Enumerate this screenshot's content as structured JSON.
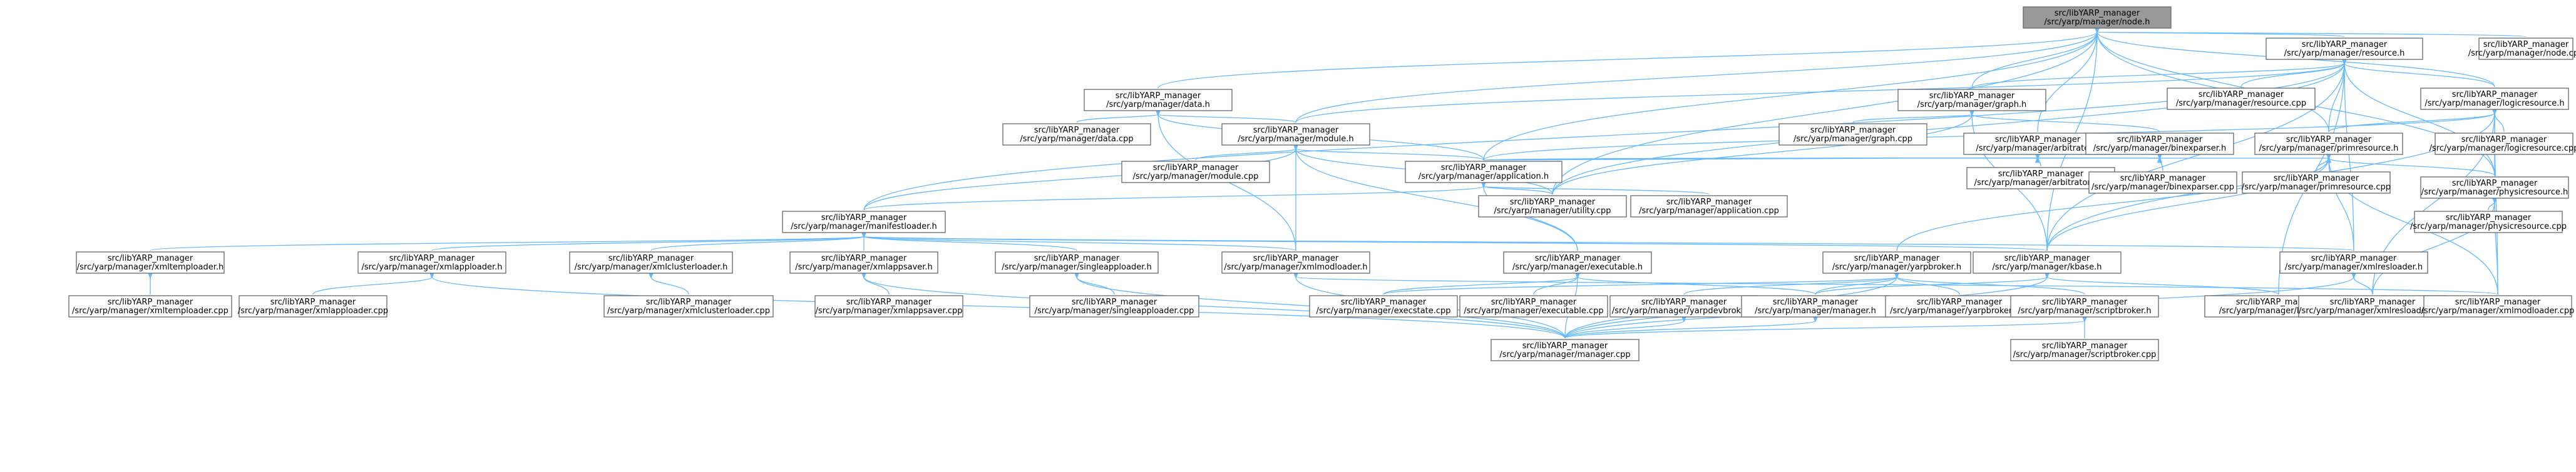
{
  "colors": {
    "edge": "#63B8FF",
    "node_border": "#666666",
    "root_fill": "#999999",
    "node_fill": "#ffffff"
  },
  "nodes": [
    {
      "id": "node_h",
      "l1": "src/libYARP_manager",
      "l2": "/src/yarp/manager/node.h",
      "root": true
    },
    {
      "id": "resource_h",
      "l1": "src/libYARP_manager",
      "l2": "/src/yarp/manager/resource.h"
    },
    {
      "id": "node_cpp",
      "l1": "src/libYARP_manager",
      "l2": "/src/yarp/manager/node.cpp"
    },
    {
      "id": "data_h",
      "l1": "src/libYARP_manager",
      "l2": "/src/yarp/manager/data.h"
    },
    {
      "id": "graph_h",
      "l1": "src/libYARP_manager",
      "l2": "/src/yarp/manager/graph.h"
    },
    {
      "id": "resource_cpp",
      "l1": "src/libYARP_manager",
      "l2": "/src/yarp/manager/resource.cpp"
    },
    {
      "id": "logicresource_h",
      "l1": "src/libYARP_manager",
      "l2": "/src/yarp/manager/logicresource.h"
    },
    {
      "id": "data_cpp",
      "l1": "src/libYARP_manager",
      "l2": "/src/yarp/manager/data.cpp"
    },
    {
      "id": "module_h",
      "l1": "src/libYARP_manager",
      "l2": "/src/yarp/manager/module.h"
    },
    {
      "id": "graph_cpp",
      "l1": "src/libYARP_manager",
      "l2": "/src/yarp/manager/graph.cpp"
    },
    {
      "id": "arbitrator_h",
      "l1": "src/libYARP_manager",
      "l2": "/src/yarp/manager/arbitrator.h"
    },
    {
      "id": "binexparser_h",
      "l1": "src/libYARP_manager",
      "l2": "/src/yarp/manager/binexparser.h"
    },
    {
      "id": "primresource_h",
      "l1": "src/libYARP_manager",
      "l2": "/src/yarp/manager/primresource.h"
    },
    {
      "id": "logicresource_cpp",
      "l1": "src/libYARP_manager",
      "l2": "/src/yarp/manager/logicresource.cpp"
    },
    {
      "id": "module_cpp",
      "l1": "src/libYARP_manager",
      "l2": "/src/yarp/manager/module.cpp"
    },
    {
      "id": "application_h",
      "l1": "src/libYARP_manager",
      "l2": "/src/yarp/manager/application.h"
    },
    {
      "id": "arbitrator_cpp",
      "l1": "src/libYARP_manager",
      "l2": "/src/yarp/manager/arbitrator.cpp"
    },
    {
      "id": "binexparser_cpp",
      "l1": "src/libYARP_manager",
      "l2": "/src/yarp/manager/binexparser.cpp"
    },
    {
      "id": "primresource_cpp",
      "l1": "src/libYARP_manager",
      "l2": "/src/yarp/manager/primresource.cpp"
    },
    {
      "id": "physicresource_h",
      "l1": "src/libYARP_manager",
      "l2": "/src/yarp/manager/physicresource.h"
    },
    {
      "id": "utility_cpp",
      "l1": "src/libYARP_manager",
      "l2": "/src/yarp/manager/utility.cpp"
    },
    {
      "id": "application_cpp",
      "l1": "src/libYARP_manager",
      "l2": "/src/yarp/manager/application.cpp"
    },
    {
      "id": "physicresource_cpp",
      "l1": "src/libYARP_manager",
      "l2": "/src/yarp/manager/physicresource.cpp"
    },
    {
      "id": "manifestloader_h",
      "l1": "src/libYARP_manager",
      "l2": "/src/yarp/manager/manifestloader.h"
    },
    {
      "id": "xmltemploader_h",
      "l1": "src/libYARP_manager",
      "l2": "/src/yarp/manager/xmltemploader.h"
    },
    {
      "id": "xmlapploader_h",
      "l1": "src/libYARP_manager",
      "l2": "/src/yarp/manager/xmlapploader.h"
    },
    {
      "id": "xmlclusterloader_h",
      "l1": "src/libYARP_manager",
      "l2": "/src/yarp/manager/xmlclusterloader.h"
    },
    {
      "id": "xmlappsaver_h",
      "l1": "src/libYARP_manager",
      "l2": "/src/yarp/manager/xmlappsaver.h"
    },
    {
      "id": "singleapploader_h",
      "l1": "src/libYARP_manager",
      "l2": "/src/yarp/manager/singleapploader.h"
    },
    {
      "id": "xmlmodloader_h",
      "l1": "src/libYARP_manager",
      "l2": "/src/yarp/manager/xmlmodloader.h"
    },
    {
      "id": "executable_h",
      "l1": "src/libYARP_manager",
      "l2": "/src/yarp/manager/executable.h"
    },
    {
      "id": "yarpbroker_h",
      "l1": "src/libYARP_manager",
      "l2": "/src/yarp/manager/yarpbroker.h"
    },
    {
      "id": "kbase_h",
      "l1": "src/libYARP_manager",
      "l2": "/src/yarp/manager/kbase.h"
    },
    {
      "id": "xmlresloader_h",
      "l1": "src/libYARP_manager",
      "l2": "/src/yarp/manager/xmlresloader.h"
    },
    {
      "id": "xmltemploader_cpp",
      "l1": "src/libYARP_manager",
      "l2": "/src/yarp/manager/xmltemploader.cpp"
    },
    {
      "id": "xmlapploader_cpp",
      "l1": "src/libYARP_manager",
      "l2": "/src/yarp/manager/xmlapploader.cpp"
    },
    {
      "id": "xmlclusterloader_cpp",
      "l1": "src/libYARP_manager",
      "l2": "/src/yarp/manager/xmlclusterloader.cpp"
    },
    {
      "id": "xmlappsaver_cpp",
      "l1": "src/libYARP_manager",
      "l2": "/src/yarp/manager/xmlappsaver.cpp"
    },
    {
      "id": "singleapploader_cpp",
      "l1": "src/libYARP_manager",
      "l2": "/src/yarp/manager/singleapploader.cpp"
    },
    {
      "id": "execstate_cpp",
      "l1": "src/libYARP_manager",
      "l2": "/src/yarp/manager/execstate.cpp"
    },
    {
      "id": "executable_cpp",
      "l1": "src/libYARP_manager",
      "l2": "/src/yarp/manager/executable.cpp"
    },
    {
      "id": "yarpdevbroker_h",
      "l1": "src/libYARP_manager",
      "l2": "/src/yarp/manager/yarpdevbroker.h"
    },
    {
      "id": "manager_h",
      "l1": "src/libYARP_manager",
      "l2": "/src/yarp/manager/manager.h"
    },
    {
      "id": "yarpbroker_cpp",
      "l1": "src/libYARP_manager",
      "l2": "/src/yarp/manager/yarpbroker.cpp"
    },
    {
      "id": "scriptbroker_h",
      "l1": "src/libYARP_manager",
      "l2": "/src/yarp/manager/scriptbroker.h"
    },
    {
      "id": "kbase_cpp",
      "l1": "src/libYARP_manager",
      "l2": "/src/yarp/manager/kbase.cpp"
    },
    {
      "id": "xmlresloader_cpp",
      "l1": "src/libYARP_manager",
      "l2": "/src/yarp/manager/xmlresloader.cpp"
    },
    {
      "id": "xmlmodloader_cpp",
      "l1": "src/libYARP_manager",
      "l2": "/src/yarp/manager/xmlmodloader.cpp"
    },
    {
      "id": "manager_cpp",
      "l1": "src/libYARP_manager",
      "l2": "/src/yarp/manager/manager.cpp"
    },
    {
      "id": "scriptbroker_cpp",
      "l1": "src/libYARP_manager",
      "l2": "/src/yarp/manager/scriptbroker.cpp"
    }
  ],
  "edges": [
    [
      "node_h",
      "resource_h"
    ],
    [
      "node_h",
      "node_cpp"
    ],
    [
      "node_h",
      "data_h"
    ],
    [
      "node_h",
      "graph_h"
    ],
    [
      "node_h",
      "module_h"
    ],
    [
      "node_h",
      "arbitrator_h"
    ],
    [
      "node_h",
      "primresource_h"
    ],
    [
      "node_h",
      "logicresource_h"
    ],
    [
      "node_h",
      "physicresource_h"
    ],
    [
      "node_h",
      "application_h"
    ],
    [
      "node_h",
      "kbase_h"
    ],
    [
      "node_h",
      "utility_cpp"
    ],
    [
      "resource_h",
      "resource_cpp"
    ],
    [
      "resource_h",
      "logicresource_h"
    ],
    [
      "resource_h",
      "graph_h"
    ],
    [
      "resource_h",
      "primresource_h"
    ],
    [
      "resource_h",
      "physicresource_h"
    ],
    [
      "resource_h",
      "kbase_h"
    ],
    [
      "resource_h",
      "xmlresloader_h"
    ],
    [
      "resource_h",
      "manifestloader_h"
    ],
    [
      "resource_h",
      "module_h"
    ],
    [
      "resource_h",
      "kbase_cpp"
    ],
    [
      "resource_h",
      "utility_cpp"
    ],
    [
      "data_h",
      "data_cpp"
    ],
    [
      "data_h",
      "module_h"
    ],
    [
      "data_h",
      "application_h"
    ],
    [
      "data_h",
      "xmlmodloader_h"
    ],
    [
      "graph_h",
      "graph_cpp"
    ],
    [
      "graph_h",
      "binexparser_h"
    ],
    [
      "graph_h",
      "kbase_h"
    ],
    [
      "graph_h",
      "utility_cpp"
    ],
    [
      "logicresource_h",
      "logicresource_cpp"
    ],
    [
      "logicresource_h",
      "primresource_h"
    ],
    [
      "logicresource_h",
      "physicresource_h"
    ],
    [
      "logicresource_h",
      "application_h"
    ],
    [
      "logicresource_h",
      "kbase_h"
    ],
    [
      "logicresource_h",
      "xmlresloader_cpp"
    ],
    [
      "logicresource_h",
      "xmlmodloader_cpp"
    ],
    [
      "module_h",
      "module_cpp"
    ],
    [
      "module_h",
      "application_h"
    ],
    [
      "module_h",
      "manifestloader_h"
    ],
    [
      "module_h",
      "executable_h"
    ],
    [
      "module_h",
      "xmlmodloader_h"
    ],
    [
      "module_h",
      "utility_cpp"
    ],
    [
      "arbitrator_h",
      "arbitrator_cpp"
    ],
    [
      "arbitrator_h",
      "application_h"
    ],
    [
      "binexparser_h",
      "binexparser_cpp"
    ],
    [
      "binexparser_h",
      "application_h"
    ],
    [
      "primresource_h",
      "primresource_cpp"
    ],
    [
      "primresource_h",
      "physicresource_h"
    ],
    [
      "primresource_h",
      "kbase_h"
    ],
    [
      "primresource_h",
      "xmlresloader_h"
    ],
    [
      "primresource_h",
      "yarpbroker_h"
    ],
    [
      "primresource_h",
      "application_h"
    ],
    [
      "primresource_h",
      "xmlmodloader_cpp"
    ],
    [
      "application_h",
      "application_cpp"
    ],
    [
      "application_h",
      "manifestloader_h"
    ],
    [
      "application_h",
      "executable_h"
    ],
    [
      "application_h",
      "utility_cpp"
    ],
    [
      "physicresource_h",
      "physicresource_cpp"
    ],
    [
      "physicresource_h",
      "xmlresloader_cpp"
    ],
    [
      "physicresource_h",
      "xmlmodloader_cpp"
    ],
    [
      "manifestloader_h",
      "xmltemploader_h"
    ],
    [
      "manifestloader_h",
      "xmlapploader_h"
    ],
    [
      "manifestloader_h",
      "xmlclusterloader_h"
    ],
    [
      "manifestloader_h",
      "xmlappsaver_h"
    ],
    [
      "manifestloader_h",
      "singleapploader_h"
    ],
    [
      "manifestloader_h",
      "xmlmodloader_h"
    ],
    [
      "manifestloader_h",
      "kbase_h"
    ],
    [
      "manifestloader_h",
      "xmlresloader_h"
    ],
    [
      "xmltemploader_h",
      "xmltemploader_cpp"
    ],
    [
      "xmlapploader_h",
      "xmlapploader_cpp"
    ],
    [
      "xmlapploader_h",
      "manager_cpp"
    ],
    [
      "xmlclusterloader_h",
      "xmlclusterloader_cpp"
    ],
    [
      "xmlappsaver_h",
      "xmlappsaver_cpp"
    ],
    [
      "xmlappsaver_h",
      "manager_cpp"
    ],
    [
      "singleapploader_h",
      "singleapploader_cpp"
    ],
    [
      "singleapploader_h",
      "manager_cpp"
    ],
    [
      "xmlmodloader_h",
      "xmlmodloader_cpp"
    ],
    [
      "xmlmodloader_h",
      "manager_cpp"
    ],
    [
      "executable_h",
      "execstate_cpp"
    ],
    [
      "executable_h",
      "executable_cpp"
    ],
    [
      "executable_h",
      "manager_h"
    ],
    [
      "executable_h",
      "manager_cpp"
    ],
    [
      "yarpbroker_h",
      "yarpbroker_cpp"
    ],
    [
      "yarpbroker_h",
      "yarpdevbroker_h"
    ],
    [
      "yarpbroker_h",
      "manager_h"
    ],
    [
      "yarpbroker_h",
      "scriptbroker_h"
    ],
    [
      "yarpbroker_h",
      "execstate_cpp"
    ],
    [
      "yarpbroker_h",
      "manager_cpp"
    ],
    [
      "kbase_h",
      "kbase_cpp"
    ],
    [
      "kbase_h",
      "manager_h"
    ],
    [
      "kbase_h",
      "manager_cpp"
    ],
    [
      "xmlresloader_h",
      "xmlresloader_cpp"
    ],
    [
      "xmlresloader_h",
      "manager_cpp"
    ],
    [
      "yarpdevbroker_h",
      "manager_cpp"
    ],
    [
      "manager_h",
      "manager_cpp"
    ],
    [
      "scriptbroker_h",
      "scriptbroker_cpp"
    ],
    [
      "scriptbroker_h",
      "manager_cpp"
    ]
  ]
}
